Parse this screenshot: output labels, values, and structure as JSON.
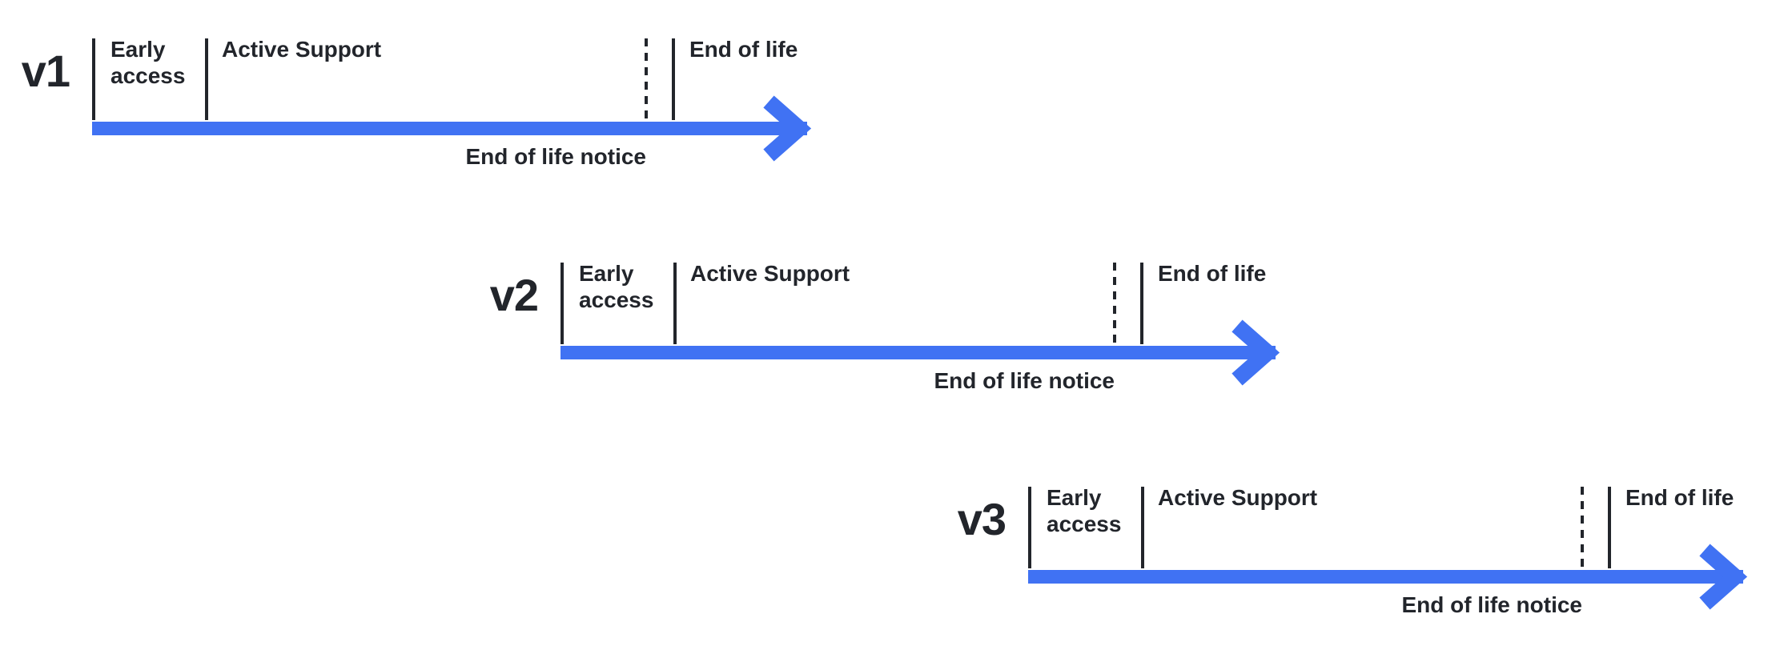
{
  "colors": {
    "arrow_blue": "#4072F3",
    "ink": "#22252B",
    "background": "#FFFFFF"
  },
  "timelines": [
    {
      "version": "v1",
      "phases": {
        "early_access": "Early access",
        "active_support": "Active Support",
        "end_of_life": "End of life"
      },
      "notice": "End of life notice"
    },
    {
      "version": "v2",
      "phases": {
        "early_access": "Early access",
        "active_support": "Active Support",
        "end_of_life": "End of life"
      },
      "notice": "End of life notice"
    },
    {
      "version": "v3",
      "phases": {
        "early_access": "Early access",
        "active_support": "Active Support",
        "end_of_life": "End of life"
      },
      "notice": "End of life notice"
    }
  ]
}
